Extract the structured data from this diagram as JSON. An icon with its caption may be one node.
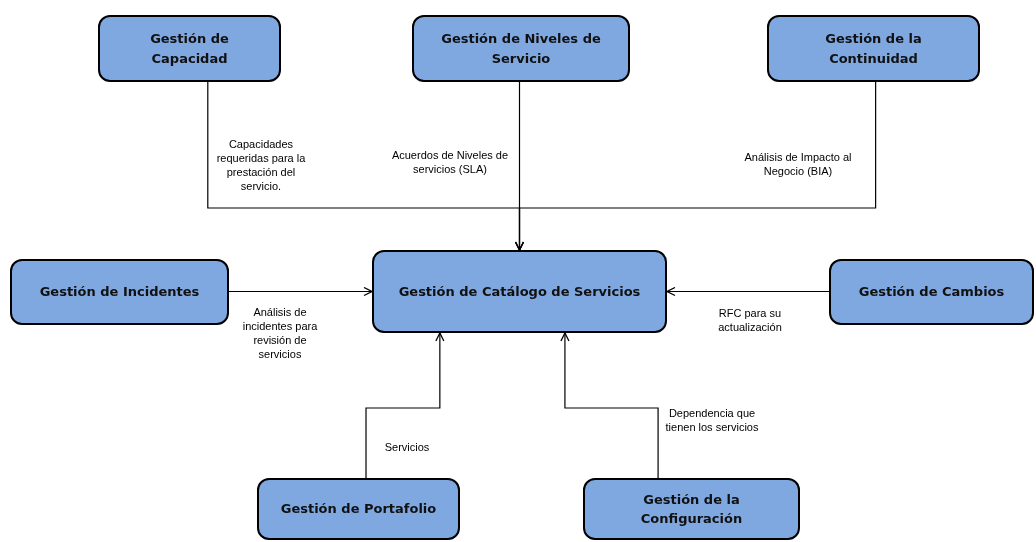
{
  "diagram": {
    "nodes": [
      {
        "text": [
          "Gestión de Capacidad"
        ]
      },
      {
        "text": [
          "Gestión de Niveles de Servicio"
        ]
      },
      {
        "text": [
          "Gestión de la Continuidad"
        ]
      },
      {
        "text": [
          "Gestión de Incidentes"
        ]
      },
      {
        "text": [
          "Gestión de Catálogo de Servicios"
        ]
      },
      {
        "text": [
          "Gestión de Cambios"
        ]
      },
      {
        "text": [
          "Gestión de Portafolio"
        ]
      },
      {
        "text": [
          "Gestión de la Configuración"
        ]
      }
    ],
    "edges": [
      {
        "from": 0,
        "to": 4,
        "arrow": "to",
        "label": "Capacidades requeridas para la prestación del servicio."
      },
      {
        "from": 1,
        "to": 4,
        "arrow": "to",
        "label": "Acuerdos de Niveles de servicios (SLA)"
      },
      {
        "from": 2,
        "to": 4,
        "arrow": "to",
        "label": "Análisis de Impacto al Negocio (BIA)"
      },
      {
        "from": 3,
        "to": 4,
        "arrow": "to",
        "label": "Análisis de incidentes para revisión de servicios"
      },
      {
        "from": 5,
        "to": 4,
        "arrow": "to",
        "label": "RFC para su actualización"
      },
      {
        "from": 6,
        "to": 4,
        "arrow": "to",
        "label": "Servicios"
      },
      {
        "from": 7,
        "to": 4,
        "arrow": "to",
        "label": "Dependencia que tienen los servicios"
      }
    ]
  }
}
